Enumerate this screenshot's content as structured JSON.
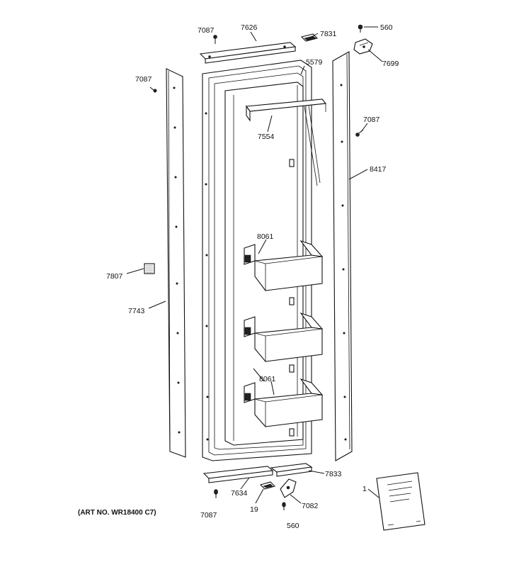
{
  "diagram": {
    "callouts": {
      "c7087_top": "7087",
      "c7626": "7626",
      "c7831": "7831",
      "c560_top": "560",
      "c7699": "7699",
      "c7087_left": "7087",
      "c5579": "5579",
      "c7554": "7554",
      "c7087_right": "7087",
      "c8417": "8417",
      "c8061_upper": "8061",
      "c7807": "7807",
      "c7743": "7743",
      "c8061_lower": "8061",
      "c7833": "7833",
      "c7634": "7634",
      "c1": "1",
      "c7087_bottom": "7087",
      "c19": "19",
      "c7082": "7082",
      "c560_bottom": "560"
    },
    "art_number": "(ART NO. WR18400 C7)"
  }
}
